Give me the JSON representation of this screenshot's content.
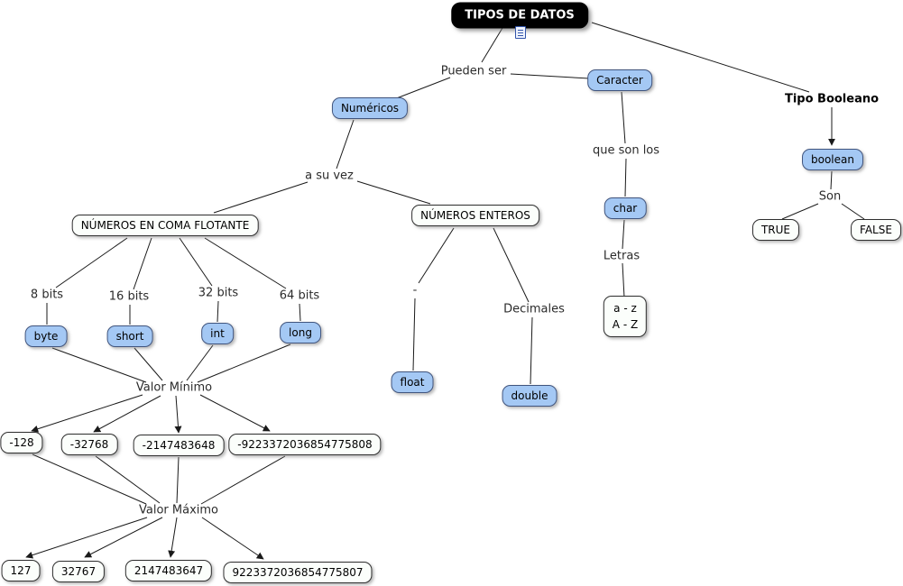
{
  "title": "TIPOS DE DATOS",
  "colors": {
    "root_bg": "#000000",
    "root_text": "#ffffff",
    "concept_fill_blue": "#a4c8f4",
    "concept_fill_white": "#fbfefb",
    "line": "#1a1a1a"
  },
  "icons": {
    "resource": "document-icon"
  },
  "nodes": {
    "root": "TIPOS DE DATOS",
    "pueden_ser": "Pueden ser",
    "numericos": "Numéricos",
    "caracter": "Caracter",
    "tipo_booleano": "Tipo Booleano",
    "boolean": "boolean",
    "son": "Son",
    "true_value": "TRUE",
    "false_value": "FALSE",
    "a_su_vez": "a su vez",
    "coma_flotante": "NÚMEROS EN COMA FLOTANTE",
    "enteros": "NÚMEROS ENTEROS",
    "que_son_los": "que son los",
    "char_label": "char",
    "letras": "Letras",
    "rango_1": "a - z",
    "rango_2": "A - Z",
    "bits8": "8 bits",
    "bits16": "16 bits",
    "bits32": "32 bits",
    "bits64": "64 bits",
    "byte_label": "byte",
    "short_label": "short",
    "int_label": "int",
    "long_label": "long",
    "dash": "-",
    "decimales": "Decimales",
    "float_label": "float",
    "double_label": "double",
    "valor_minimo": "Valor Mínimo",
    "min_byte": "-128",
    "min_short": "-32768",
    "min_int": "-2147483648",
    "min_long": "-9223372036854775808",
    "valor_maximo": "Valor Máximo",
    "max_byte": "127",
    "max_short": "32767",
    "max_int": "2147483647",
    "max_long": "9223372036854775807"
  }
}
